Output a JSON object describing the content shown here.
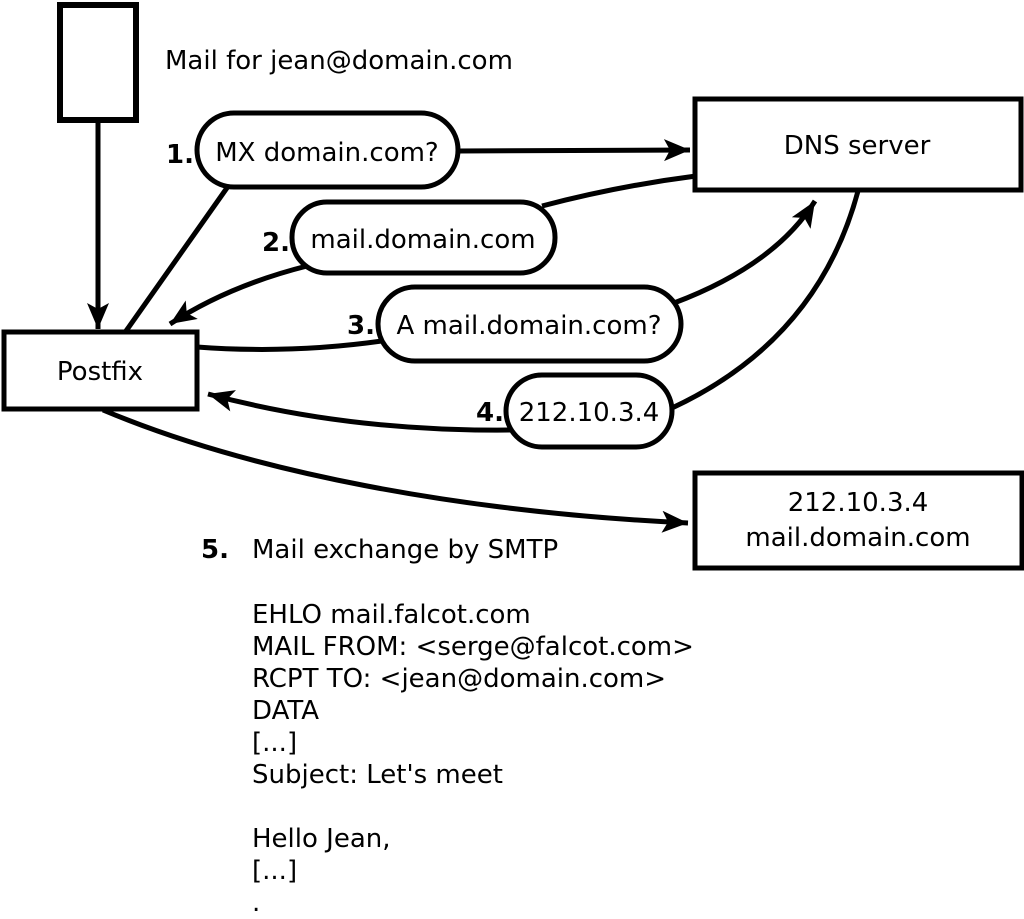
{
  "title": "Mail for jean@domain.com",
  "nodes": {
    "postfix": "Postfix",
    "dns_server": "DNS server",
    "mail_server_line1": "212.10.3.4",
    "mail_server_line2": "mail.domain.com"
  },
  "steps": [
    {
      "num": "1.",
      "label": "MX domain.com?"
    },
    {
      "num": "2.",
      "label": "mail.domain.com"
    },
    {
      "num": "3.",
      "label": "A mail.domain.com?"
    },
    {
      "num": "4.",
      "label": "212.10.3.4"
    },
    {
      "num": "5.",
      "label": "Mail exchange by SMTP"
    }
  ],
  "smtp_session": {
    "lines": [
      "EHLO mail.falcot.com",
      "MAIL FROM: <serge@falcot.com>",
      "RCPT TO: <jean@domain.com>",
      "DATA",
      "[...]",
      "Subject: Let's meet",
      "",
      "Hello Jean,",
      "[...]",
      "."
    ]
  },
  "colors": {
    "line": "#000000",
    "background": "#ffffff"
  }
}
